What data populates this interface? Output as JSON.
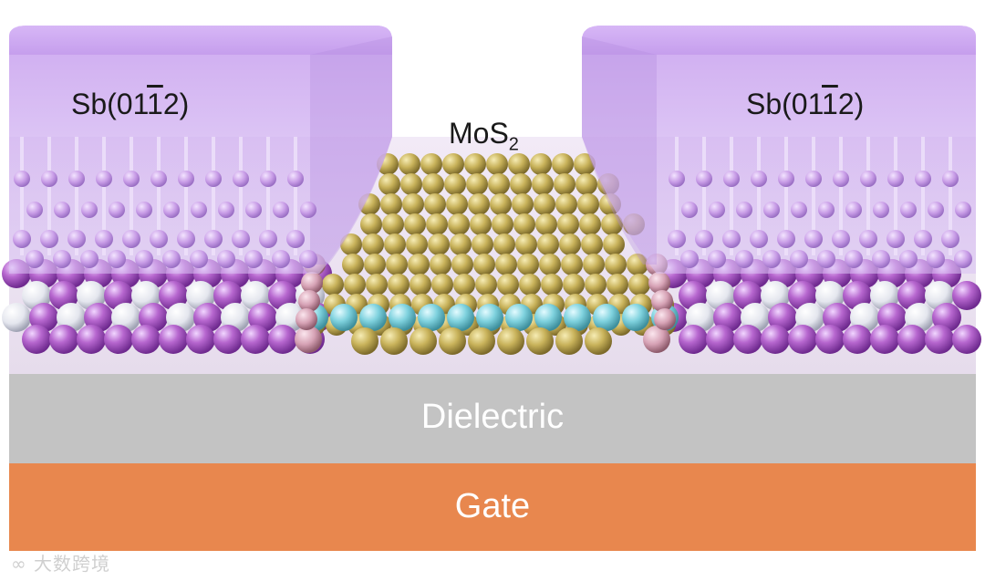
{
  "labels": {
    "left_contact_pre": "Sb(01",
    "left_contact_bar": "1",
    "left_contact_post": "2)",
    "right_contact_pre": "Sb(01",
    "right_contact_bar": "1",
    "right_contact_post": "2)",
    "channel_main": "MoS",
    "channel_sub": "2",
    "dielectric": "Dielectric",
    "gate": "Gate"
  },
  "watermark": "大数跨境",
  "colors": {
    "contact": "#c9a6ec",
    "contact_dark": "#b58be0",
    "atom_purple": "#b15ec9",
    "atom_white": "#eef0f4",
    "atom_yellow": "#c9b45a",
    "atom_cyan": "#7fd3df",
    "atom_pink": "#d7a6b7",
    "dielectric": "#c2c2c2",
    "gate": "#e8874e"
  },
  "icons": [
    "logo-icon"
  ]
}
